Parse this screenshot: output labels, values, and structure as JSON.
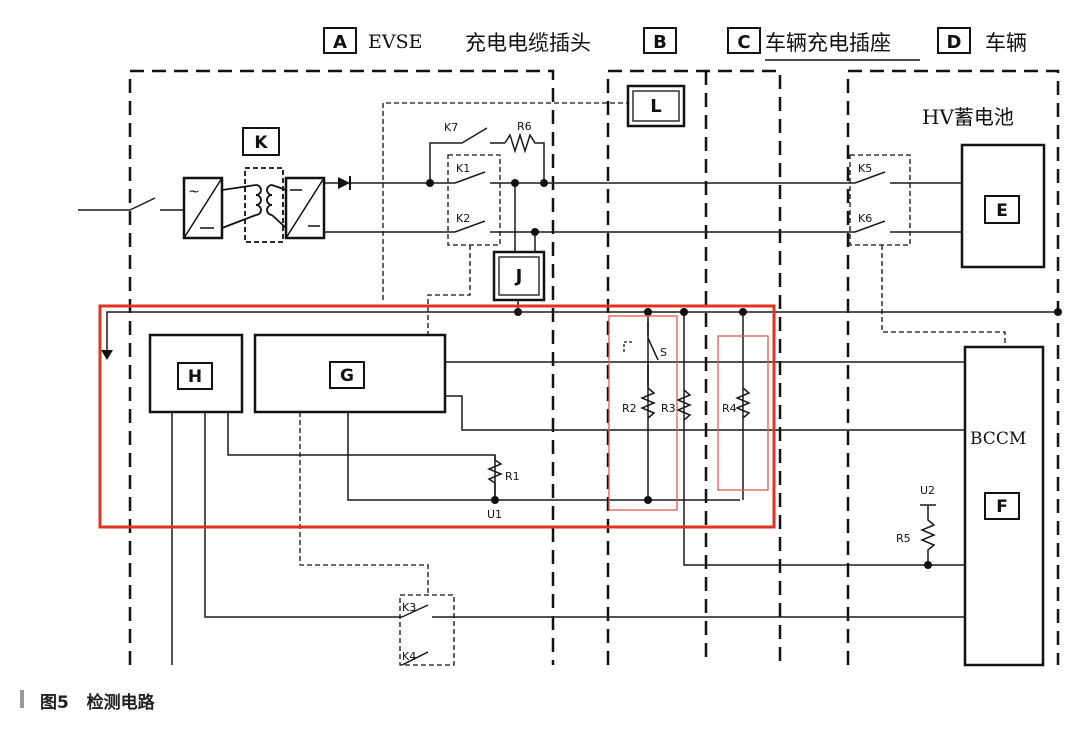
{
  "sections": {
    "a": {
      "letter": "A",
      "name": "EVSE"
    },
    "cable_plug": {
      "name": "充电电缆插头"
    },
    "b": {
      "letter": "B"
    },
    "c": {
      "letter": "C",
      "name": "车辆充电插座"
    },
    "d": {
      "letter": "D",
      "name": "车辆"
    }
  },
  "blocks": {
    "K": "K",
    "L": "L",
    "J": "J",
    "E": "E",
    "H": "H",
    "G": "G",
    "F": "F",
    "hv_battery": "HV蓄电池",
    "bccm": "BCCM"
  },
  "components": {
    "K1": "K1",
    "K2": "K2",
    "K3": "K3",
    "K4": "K4",
    "K5": "K5",
    "K6": "K6",
    "K7": "K7",
    "R1": "R1",
    "R2": "R2",
    "R3": "R3",
    "R4": "R4",
    "R5": "R5",
    "R6": "R6",
    "U1": "U1",
    "U2": "U2",
    "S": "S"
  },
  "caption": {
    "figure": "图5",
    "title": "检测电路"
  },
  "colors": {
    "highlight": "#e0341f",
    "line": "#1a1a1a",
    "inner_red": "#e05a4a"
  }
}
